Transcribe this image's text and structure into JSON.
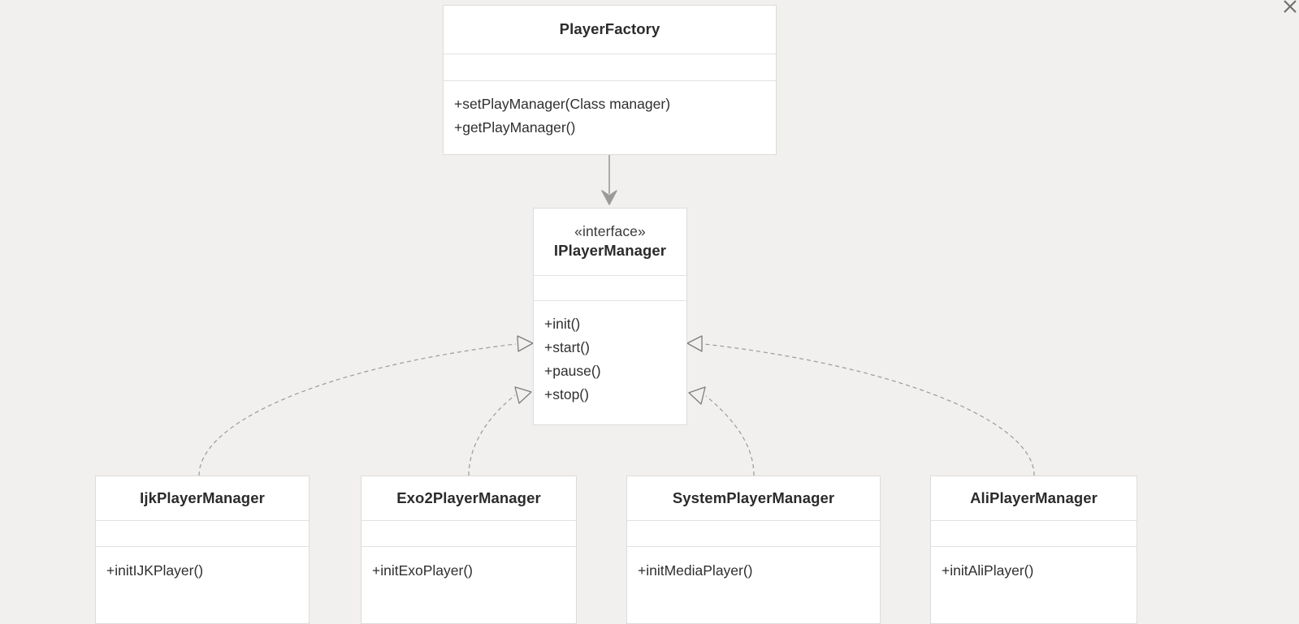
{
  "diagram": {
    "type": "uml-class-diagram",
    "background_color": "#f1f0ee",
    "box_fill": "#ffffff",
    "box_border": "#dcdcdc",
    "edge_color": "#8c8c8c",
    "text_color": "#2f2f2f"
  },
  "window": {
    "close_icon": "close-icon",
    "close_label": "×"
  },
  "classes": {
    "player_factory": {
      "name": "PlayerFactory",
      "stereotype": "",
      "attributes": [],
      "operations": [
        "+setPlayManager(Class manager)",
        "+getPlayManager()"
      ]
    },
    "iplayer_manager": {
      "name": "IPlayerManager",
      "stereotype": "«interface»",
      "attributes": [],
      "operations": [
        "+init()",
        "+start()",
        "+pause()",
        "+stop()"
      ]
    },
    "ijk_player_manager": {
      "name": "IjkPlayerManager",
      "stereotype": "",
      "attributes": [],
      "operations": [
        "+initIJKPlayer()"
      ]
    },
    "exo2_player_manager": {
      "name": "Exo2PlayerManager",
      "stereotype": "",
      "attributes": [],
      "operations": [
        "+initExoPlayer()"
      ]
    },
    "system_player_manager": {
      "name": "SystemPlayerManager",
      "stereotype": "",
      "attributes": [],
      "operations": [
        "+initMediaPlayer()"
      ]
    },
    "ali_player_manager": {
      "name": "AliPlayerManager",
      "stereotype": "",
      "attributes": [],
      "operations": [
        "+initAliPlayer()"
      ]
    }
  },
  "relationships": [
    {
      "from": "PlayerFactory",
      "to": "IPlayerManager",
      "kind": "dependency",
      "line": "solid",
      "arrowhead": "open-arrow"
    },
    {
      "from": "IjkPlayerManager",
      "to": "IPlayerManager",
      "kind": "realization",
      "line": "dashed",
      "arrowhead": "hollow-triangle"
    },
    {
      "from": "Exo2PlayerManager",
      "to": "IPlayerManager",
      "kind": "realization",
      "line": "dashed",
      "arrowhead": "hollow-triangle"
    },
    {
      "from": "SystemPlayerManager",
      "to": "IPlayerManager",
      "kind": "realization",
      "line": "dashed",
      "arrowhead": "hollow-triangle"
    },
    {
      "from": "AliPlayerManager",
      "to": "IPlayerManager",
      "kind": "realization",
      "line": "dashed",
      "arrowhead": "hollow-triangle"
    }
  ]
}
